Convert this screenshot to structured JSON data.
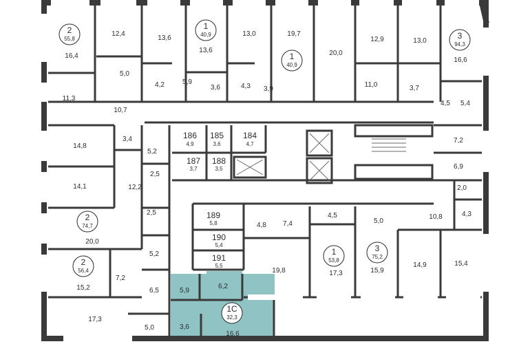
{
  "highlight": {
    "color": "#8fc3c4"
  },
  "apartments": [
    {
      "id": "apt-2-top",
      "number": "2",
      "area": "55,8"
    },
    {
      "id": "apt-1-a",
      "number": "1",
      "area": "40,9"
    },
    {
      "id": "apt-1-b",
      "number": "1",
      "area": "40,9"
    },
    {
      "id": "apt-3-top",
      "number": "3",
      "area": "94,3"
    },
    {
      "id": "apt-186",
      "number": "186",
      "area": "4,9"
    },
    {
      "id": "apt-185",
      "number": "185",
      "area": "3,6"
    },
    {
      "id": "apt-184",
      "number": "184",
      "area": "4,7"
    },
    {
      "id": "apt-187",
      "number": "187",
      "area": "3,7"
    },
    {
      "id": "apt-188",
      "number": "188",
      "area": "3,5"
    },
    {
      "id": "apt-189",
      "number": "189",
      "area": "5,8"
    },
    {
      "id": "apt-190",
      "number": "190",
      "area": "5,4"
    },
    {
      "id": "apt-191",
      "number": "191",
      "area": "5,5"
    },
    {
      "id": "apt-2-mid",
      "number": "2",
      "area": "74,7"
    },
    {
      "id": "apt-2-low",
      "number": "2",
      "area": "56,4"
    },
    {
      "id": "apt-1-low",
      "number": "1",
      "area": "53,8"
    },
    {
      "id": "apt-3-low",
      "number": "3",
      "area": "75,2"
    },
    {
      "id": "apt-1c",
      "number": "1С",
      "area": "32,3"
    }
  ],
  "rooms": [
    "16,4",
    "12,4",
    "13,6",
    "13,6",
    "13,0",
    "19,7",
    "20,0",
    "12,9",
    "13,0",
    "16,6",
    "5,0",
    "4,2",
    "5,9",
    "3,6",
    "4,3",
    "3,9",
    "11,0",
    "3,7",
    "4,5",
    "5,4",
    "11,3",
    "10,7",
    "14,8",
    "3,4",
    "5,2",
    "2,5",
    "7,2",
    "6,9",
    "14,1",
    "12,2",
    "2,0",
    "4,3",
    "2,5",
    "4,8",
    "7,4",
    "4,5",
    "5,0",
    "10,8",
    "20,0",
    "5,2",
    "19,8",
    "17,3",
    "15,9",
    "14,9",
    "15,4",
    "15,2",
    "7,2",
    "6,5",
    "5,9",
    "6,2",
    "17,3",
    "5,0",
    "3,6",
    "16,6"
  ]
}
